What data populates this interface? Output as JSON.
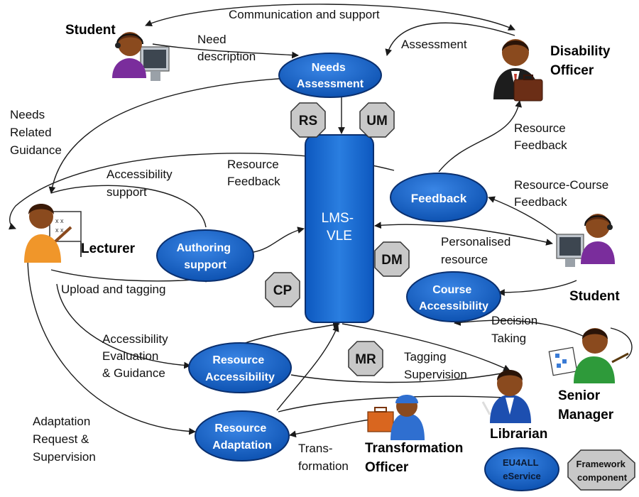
{
  "colors": {
    "node_fill": "#1360c8",
    "node_stroke": "#0a2f6e",
    "octagon_fill": "#c8c8c8",
    "line": "#1a1a1a",
    "skin": "#8a4a1e",
    "background": "#ffffff"
  },
  "nodes": {
    "needs_assessment": [
      "Needs",
      "Assessment"
    ],
    "lms_vle": [
      "LMS-",
      "VLE"
    ],
    "feedback": [
      "Feedback"
    ],
    "authoring_support": [
      "Authoring",
      "support"
    ],
    "course_accessibility": [
      "Course",
      "Accessibility"
    ],
    "resource_accessibility": [
      "Resource",
      "Accessibility"
    ],
    "resource_adaptation": [
      "Resource",
      "Adaptation"
    ],
    "eu4all_eservice": [
      "EU4ALL",
      "eService"
    ]
  },
  "components": {
    "rs": "RS",
    "um": "UM",
    "dm": "DM",
    "cp": "CP",
    "mr": "MR",
    "framework_component": [
      "Framework",
      "component"
    ]
  },
  "actors": {
    "student_top": "Student",
    "disability_officer": [
      "Disability",
      "Officer"
    ],
    "lecturer": "Lecturer",
    "student_right": "Student",
    "senior_manager": [
      "Senior",
      "Manager"
    ],
    "librarian": "Librarian",
    "transformation_officer": [
      "Transformation",
      "Officer"
    ]
  },
  "actor_icons": {
    "student_top": "student-headset-computer-icon",
    "disability_officer": "officer-briefcase-icon",
    "lecturer": "lecturer-whiteboard-icon",
    "student_right": "student-headset-computer-icon",
    "senior_manager": "manager-chart-pointer-icon",
    "librarian": "librarian-pen-icon",
    "transformation_officer": "worker-toolbox-icon"
  },
  "edge_labels": {
    "communication_support": [
      "Communication and support"
    ],
    "need_description": [
      "Need",
      "description"
    ],
    "assessment": [
      "Assessment"
    ],
    "needs_related_guidance": [
      "Needs",
      "Related",
      "Guidance"
    ],
    "resource_feedback_center": [
      "Resource",
      "Feedback"
    ],
    "resource_feedback_right": [
      "Resource",
      "Feedback"
    ],
    "accessibility_support": [
      "Accessibility",
      "support"
    ],
    "resource_course_feedback": [
      "Resource-Course",
      "Feedback"
    ],
    "personalised_resource": [
      "Personalised",
      "resource"
    ],
    "upload_tagging": [
      "Upload and tagging"
    ],
    "decision_taking": [
      "Decision",
      "Taking"
    ],
    "accessibility_evaluation": [
      "Accessibility",
      "Evaluation",
      "& Guidance"
    ],
    "tagging_supervision": [
      "Tagging",
      "Supervision"
    ],
    "adaptation_request": [
      "Adaptation",
      "Request &",
      "Supervision"
    ],
    "transformation": [
      "Trans-",
      "formation"
    ]
  }
}
